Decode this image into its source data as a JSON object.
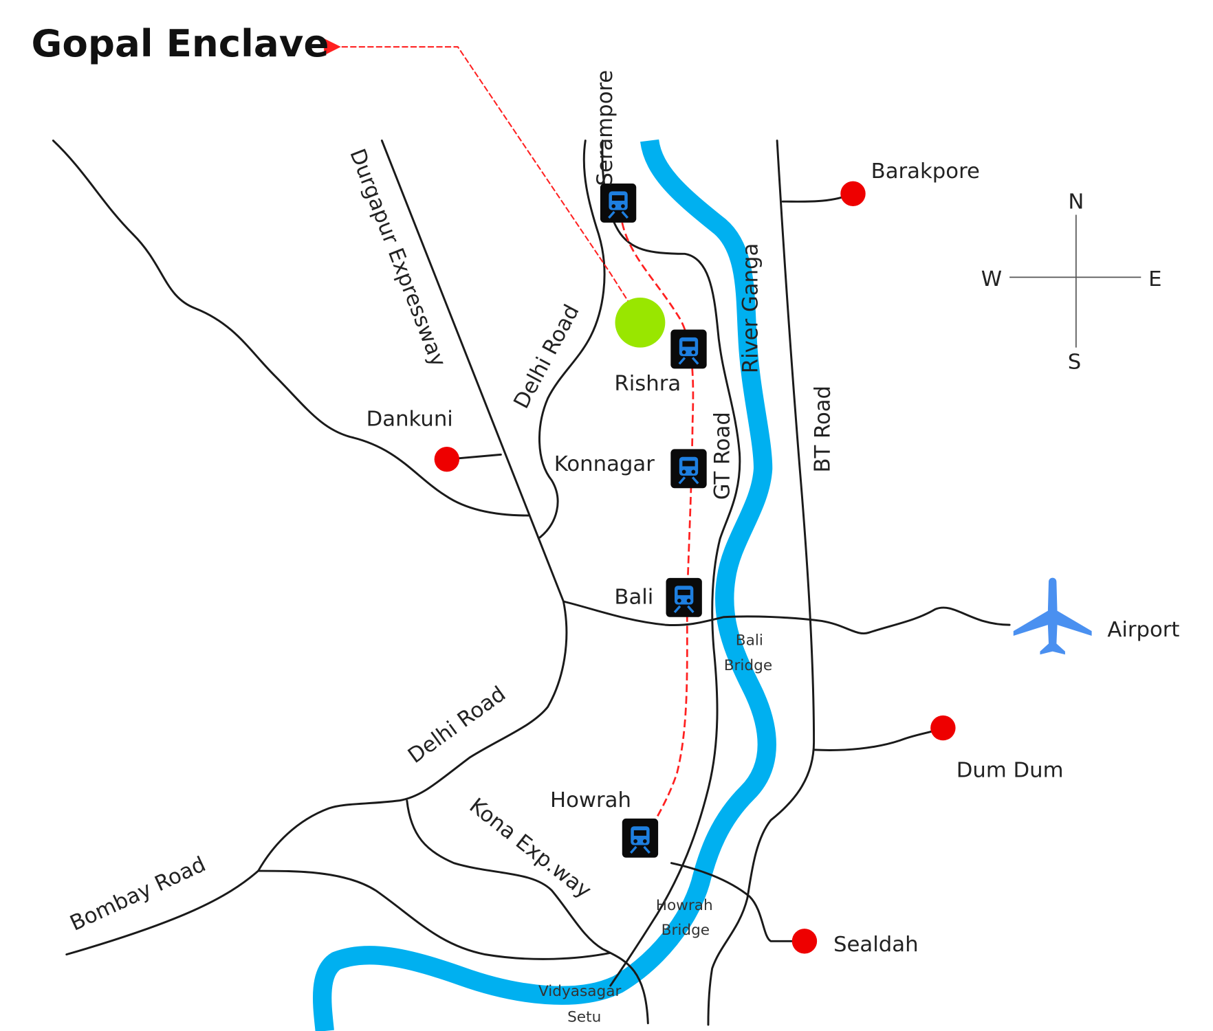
{
  "title": "Gopal Enclave",
  "colors": {
    "river": "#00b0f0",
    "rail": "#ff2020",
    "marker": "#ee0000",
    "site": "#99e600",
    "station_bg": "#0a0a0a",
    "station_icon": "#1e7fe0",
    "plane": "#4a90f0"
  },
  "stations": [
    {
      "name": "Serampore"
    },
    {
      "name": "Rishra"
    },
    {
      "name": "Konnagar"
    },
    {
      "name": "Bali"
    },
    {
      "name": "Howrah"
    }
  ],
  "places": {
    "dankuni": "Dankuni",
    "barakpore": "Barakpore",
    "airport": "Airport",
    "dum_dum": "Dum Dum",
    "sealdah": "Sealdah"
  },
  "roads": {
    "durgapur": "Durgapur Expressway",
    "delhi_north": "Delhi Road",
    "delhi_south": "Delhi Road",
    "gt": "GT Road",
    "bt": "BT Road",
    "kona": "Kona Exp.way",
    "bombay": "Bombay Road"
  },
  "river": "River Ganga",
  "bridges": {
    "bali": [
      "Bali",
      "Bridge"
    ],
    "howrah": [
      "Howrah",
      "Bridge"
    ],
    "vidyasagar": [
      "Vidyasagar",
      "Setu"
    ]
  },
  "compass": {
    "n": "N",
    "s": "S",
    "e": "E",
    "w": "W"
  }
}
